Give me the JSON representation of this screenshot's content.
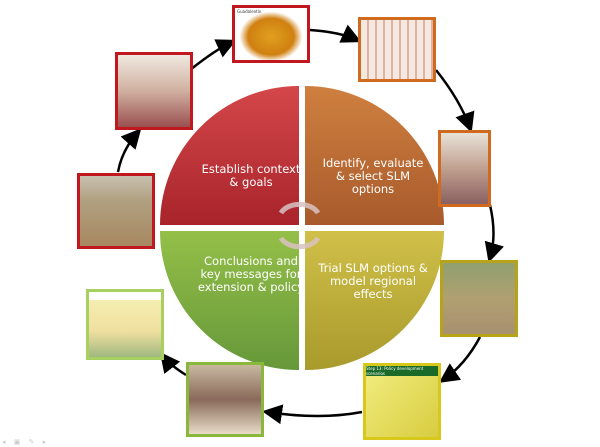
{
  "quadrants": [
    {
      "label": "Establish context & goals",
      "color": "#c0393b"
    },
    {
      "label": "Identify, evaluate & select SLM options",
      "color": "#bf6e35"
    },
    {
      "label": "Trial SLM options & model regional effects",
      "color": "#c3b43a"
    },
    {
      "label": "Conclusions and key messages for extension & policy",
      "color": "#7cac3c"
    }
  ],
  "thumbnails": {
    "map_title": "Guadalentín",
    "policy_title": "Step 13: Policy development scenarios"
  }
}
